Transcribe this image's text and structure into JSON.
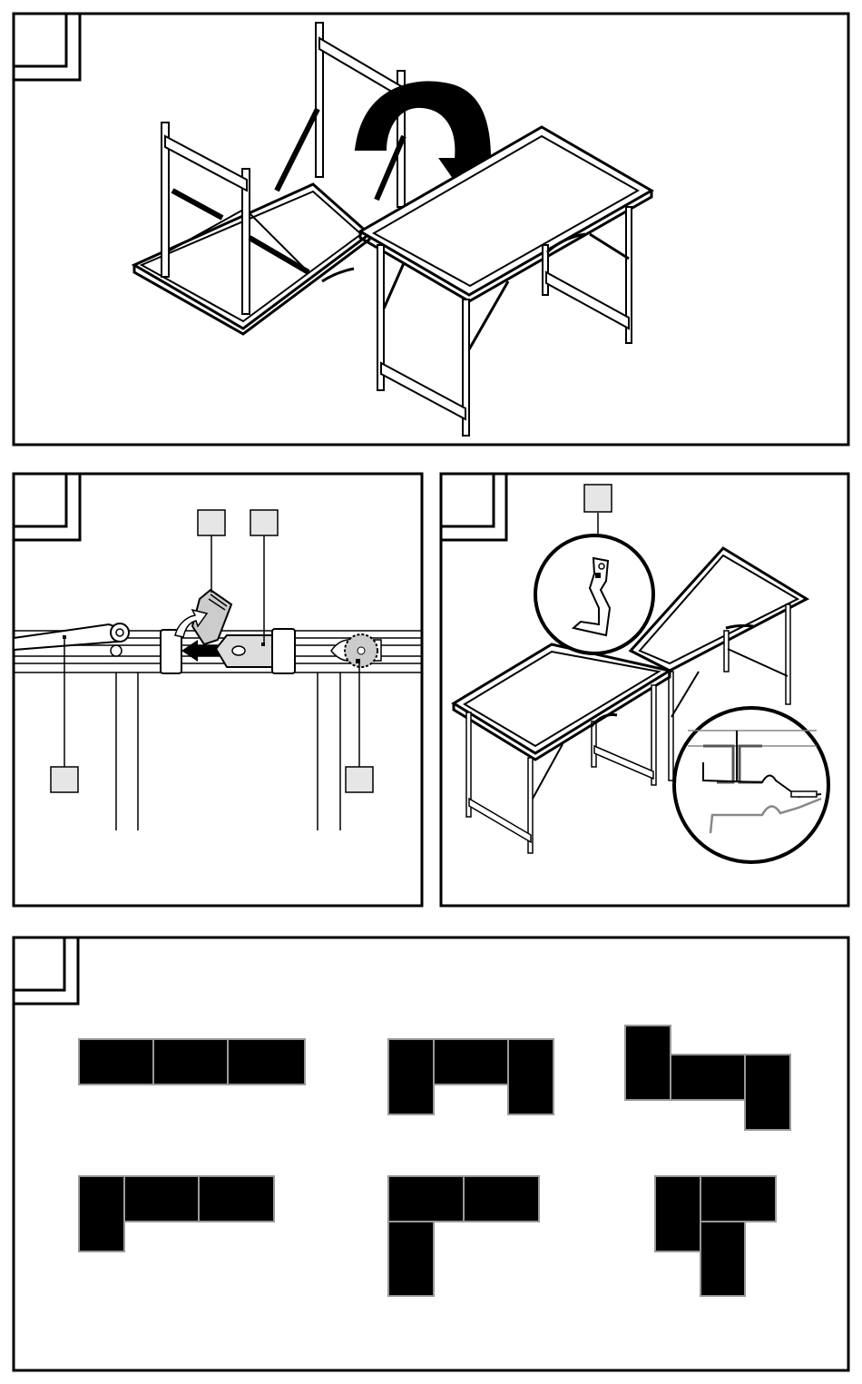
{
  "document": {
    "type": "assembly-instructions",
    "panels": [
      {
        "id": "panel-1",
        "step_number": "",
        "depicts": [
          "table-flipped-upside-down",
          "table-upright",
          "rotate-arrow"
        ]
      },
      {
        "id": "panel-2",
        "step_number": "",
        "callout_labels": [
          "",
          "",
          "",
          ""
        ]
      },
      {
        "id": "panel-3",
        "step_number": "",
        "callout_labels": [
          ""
        ]
      },
      {
        "id": "panel-4",
        "step_number": ""
      }
    ]
  },
  "colors": {
    "line": "#000000",
    "fill": "#ffffff",
    "label_box": "#e6e6e6",
    "gray": "#888888"
  }
}
